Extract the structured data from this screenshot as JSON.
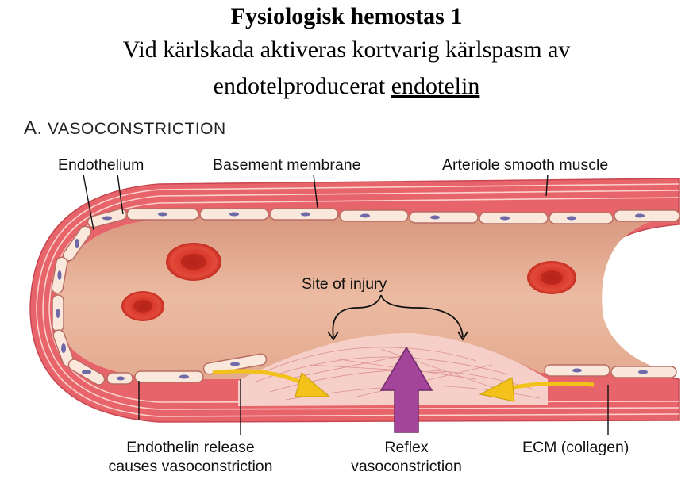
{
  "header": {
    "title": "Fysiologisk hemostas 1",
    "subtitle_line1": "Vid kärlskada aktiveras kortvarig kärlspasm av",
    "subtitle_line2_prefix": "endotelproducerat ",
    "subtitle_line2_underlined": "endotelin"
  },
  "panel": {
    "letter": "A.",
    "name": "VASOCONSTRICTION"
  },
  "labels": {
    "endothelium": "Endothelium",
    "basement_membrane": "Basement membrane",
    "arteriole_smooth_muscle": "Arteriole smooth muscle",
    "site_of_injury": "Site of injury",
    "endothelin_release_1": "Endothelin release",
    "endothelin_release_2": "causes vasoconstriction",
    "reflex_1": "Reflex",
    "reflex_2": "vasoconstriction",
    "ecm": "ECM (collagen)"
  },
  "colors": {
    "muscle": "#e8646b",
    "muscle_light": "#f4c4bd",
    "lumen": "#eab39a",
    "lumen_dark": "#d9957d",
    "cell_fill": "#fbe8dc",
    "nucleus": "#6e6aa8",
    "rbc": "#d63a2c",
    "yellow_arrow": "#f2c21a",
    "purple_arrow": "#a4459b"
  }
}
